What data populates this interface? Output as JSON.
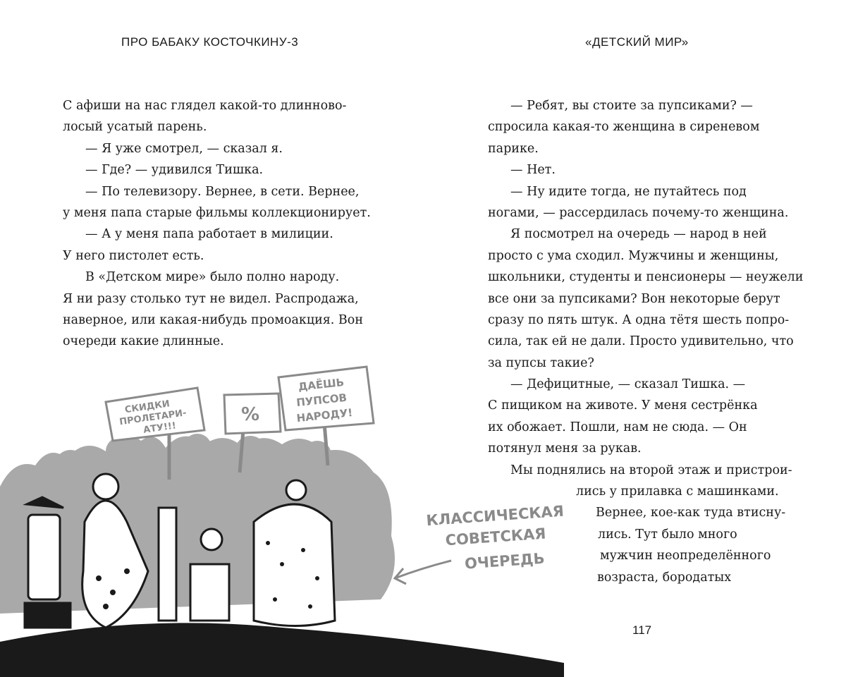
{
  "header": {
    "left_running_title": "ПРО БАБАКУ КОСТОЧКИНУ-3",
    "right_running_title": "«ДЕТСКИЙ МИР»"
  },
  "left_page": {
    "lines": [
      "С афиши на нас глядел какой-то длинново-",
      "лосый усатый парень.",
      "— Я уже смотрел, — сказал я.",
      "— Где? — удивился Тишка.",
      "— По телевизору. Вернее, в сети. Вернее,",
      "у меня папа старые фильмы коллекционирует.",
      "— А у меня папа работает в милиции.",
      "У него пистолет есть.",
      "В «Детском мире» было полно народу.",
      "Я ни разу столько тут не видел. Распродажа,",
      "наверное, или какая-нибудь промоакция. Вон",
      "очереди какие длинные."
    ]
  },
  "right_page": {
    "lines": [
      "— Ребят, вы стоите за пупсиками? —",
      "спросила какая-то женщина в сиреневом",
      "парике.",
      "— Нет.",
      "— Ну идите тогда, не путайтесь под",
      "ногами, — рассердилась почему-то женщина.",
      "Я посмотрел на очередь — народ в ней",
      "просто с ума сходил. Мужчины и женщины,",
      "школьники, студенты и пенсионеры — неужели",
      "все они за пупсиками? Вон некоторые берут",
      "сразу по пять штук. А одна тётя шесть попро-",
      "сила, так ей не дали. Просто удивительно, что",
      "за пупсы такие?",
      "— Дефицитные, — сказал Тишка. —",
      "С пищиком на животе. У меня сестрёнка",
      "их обожает. Пошли, нам не сюда. — Он",
      "потянул меня за рукав.",
      "Мы поднялись на второй этаж и пристрои-",
      "лись у прилавка с машинками.",
      "Вернее, кое-как туда втисну-",
      "лись. Тут было много",
      "мужчин неопределённого",
      "возраста, бородатых"
    ],
    "page_number": "117"
  },
  "illustration": {
    "sign_1": [
      "СКИДКИ",
      "ПРОЛЕТАРИ-",
      "АТУ!!!"
    ],
    "sign_2": "%",
    "sign_3": [
      "ДАЁШЬ",
      "ПУПСОВ",
      "НАРОДУ!"
    ],
    "caption": [
      "КЛАССИЧЕСКАЯ",
      "СОВЕТСКАЯ",
      "ОЧЕРЕДЬ"
    ],
    "gray": "#a9a9a9"
  }
}
